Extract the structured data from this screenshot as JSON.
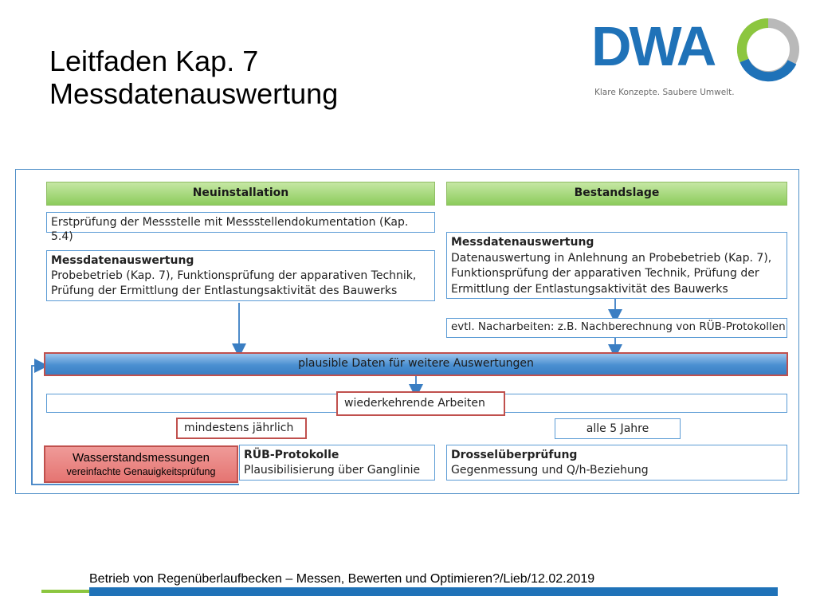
{
  "title": {
    "line1": "Leitfaden Kap. 7",
    "line2": "Messdatenauswertung"
  },
  "logo": {
    "text": "DWA",
    "tagline": "Klare Konzepte. Saubere Umwelt."
  },
  "diagram": {
    "left_header": "Neuinstallation",
    "right_header": "Bestandslage",
    "left_check": "Erstprüfung der Messstelle mit Messstellendokumentation (Kap. 5.4)",
    "left_eval": {
      "title": "Messdatenauswertung",
      "lines": [
        "Probebetrieb (Kap. 7), Funktionsprüfung der apparativen Technik,",
        "Prüfung der Ermittlung der Entlastungsaktivität des Bauwerks"
      ]
    },
    "right_eval": {
      "title": "Messdatenauswertung",
      "lines": [
        "Datenauswertung in Anlehnung an Probebetrieb (Kap. 7),",
        "Funktionsprüfung der apparativen Technik, Prüfung der",
        "Ermittlung der Entlastungsaktivität des Bauwerks"
      ]
    },
    "right_rework": "evtl. Nacharbeiten: z.B. Nachberechnung von RÜB-Protokollen",
    "plausible_bar": "plausible Daten für weitere Auswertungen",
    "recurring": "wiederkehrende Arbeiten",
    "yearly": "mindestens jährlich",
    "five_years": "alle 5 Jahre",
    "water_level": {
      "title": "Wasserstandsmessungen",
      "subtitle": "vereinfachte Genauigkeitsprüfung"
    },
    "rueb": {
      "title": "RÜB-Protokolle",
      "subtitle": "Plausibilisierung über Ganglinie"
    },
    "throttle": {
      "title": "Drosselüberprüfung",
      "subtitle": "Gegenmessung und Q/h-Beziehung"
    }
  },
  "footer": {
    "text": "Betrieb von Regenüberlaufbecken – Messen, Bewerten und Optimieren?/Lieb/12.02.2019"
  },
  "colors": {
    "brand_blue": "#1f72b8",
    "brand_green": "#8cc63f",
    "highlight_red": "#c0504d",
    "header_green": "#8ccc5c"
  }
}
